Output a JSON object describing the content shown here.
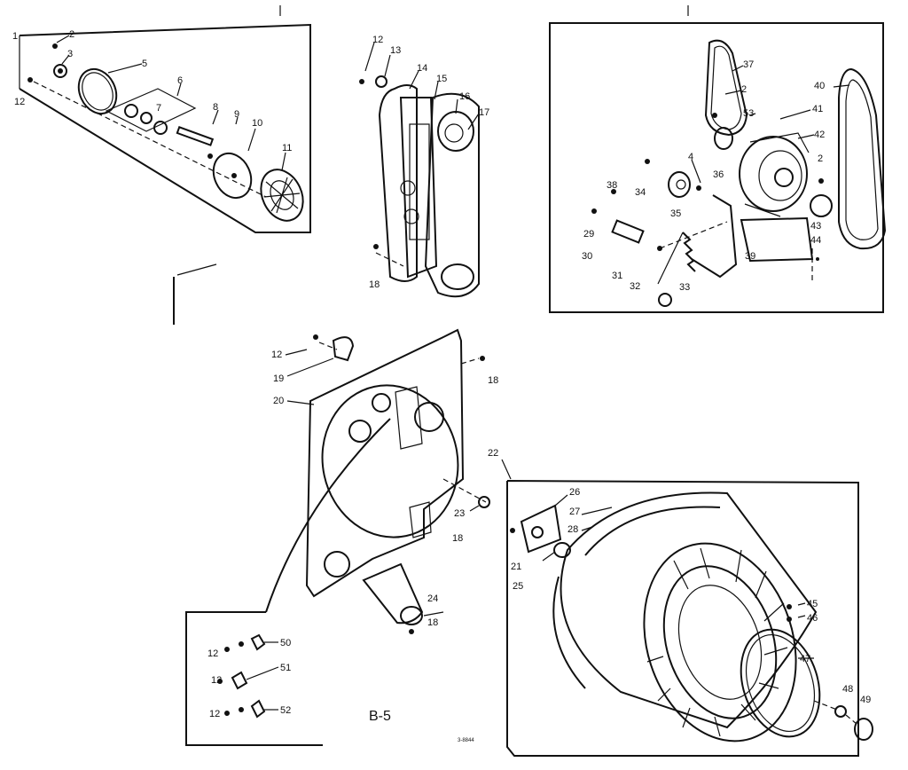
{
  "caption": "B-5",
  "stamp": "3-8844",
  "labels": {
    "l1": "1",
    "l2a": "2",
    "l3": "3",
    "l5": "5",
    "l6": "6",
    "l7": "7",
    "l8": "8",
    "l9": "9",
    "l10": "10",
    "l11": "11",
    "l12a": "12",
    "l12b": "12",
    "l13": "13",
    "l14": "14",
    "l15": "15",
    "l16": "16",
    "l17": "17",
    "l18a": "18",
    "l37": "37",
    "l2b": "2",
    "l53": "53",
    "l41": "41",
    "l40": "40",
    "l42": "42",
    "l2c": "2",
    "l4": "4",
    "l38": "38",
    "l34": "34",
    "l36": "36",
    "l35": "35",
    "l29": "29",
    "l43": "43",
    "l44": "44",
    "l30": "30",
    "l39": "39",
    "l31": "31",
    "l32": "32",
    "l33": "33",
    "l12c": "12",
    "l19": "19",
    "l18b": "18",
    "l20": "20",
    "l22": "22",
    "l26": "26",
    "l23": "23",
    "l27": "27",
    "l28": "28",
    "l18c": "18",
    "l21": "21",
    "l25": "25",
    "l24": "24",
    "l18d": "18",
    "l45": "45",
    "l46": "46",
    "l47": "47",
    "l48": "48",
    "l49": "49",
    "l12d": "12",
    "l50": "50",
    "l12e": "12",
    "l51": "51",
    "l12f": "12",
    "l52": "52"
  }
}
